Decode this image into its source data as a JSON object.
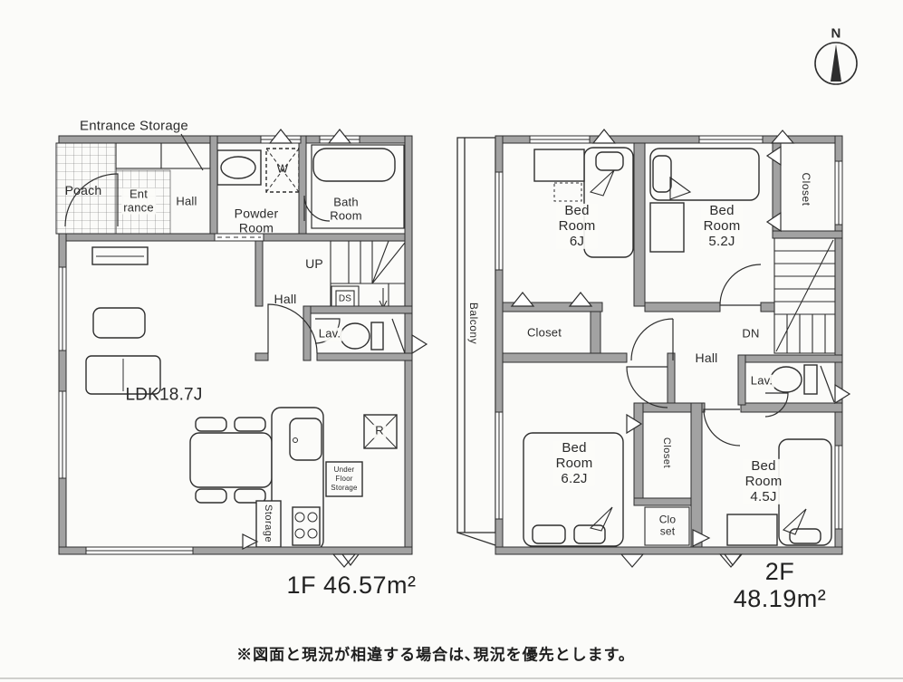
{
  "note": "※図面と現況が相違する場合は､現況を優先とします。",
  "compass": {
    "n": "N"
  },
  "colors": {
    "wall": "#a2a2a2",
    "line": "#2e2e2e",
    "bg": "#fbfbf9"
  },
  "f1": {
    "area": "1F 46.57m²",
    "entrance_storage": "Entrance Storage",
    "poach": "Poach",
    "entrance": "Ent\nrance",
    "hall_entry": "Hall",
    "powder": "Powder\nRoom",
    "bath": "Bath\nRoom",
    "up": "UP",
    "hall": "Hall",
    "ds": "DS",
    "lav": "Lav.",
    "ldk": "LDK18.7J",
    "storage": "Storage",
    "ufs": "Under\nFloor\nStorage",
    "fridge": "R",
    "washer": "W"
  },
  "f2": {
    "area": "2F 48.19m²",
    "balcony": "Balcony",
    "bed6": "Bed\nRoom\n6J",
    "bed52": "Bed\nRoom\n5.2J",
    "closet_r": "Closet",
    "closet_m": "Closet",
    "dn": "DN",
    "hall": "Hall",
    "lav": "Lav.",
    "bed62": "Bed\nRoom\n6.2J",
    "closet_l": "Closet",
    "closet_s": "Clo\nset",
    "bed45": "Bed\nRoom\n4.5J"
  }
}
